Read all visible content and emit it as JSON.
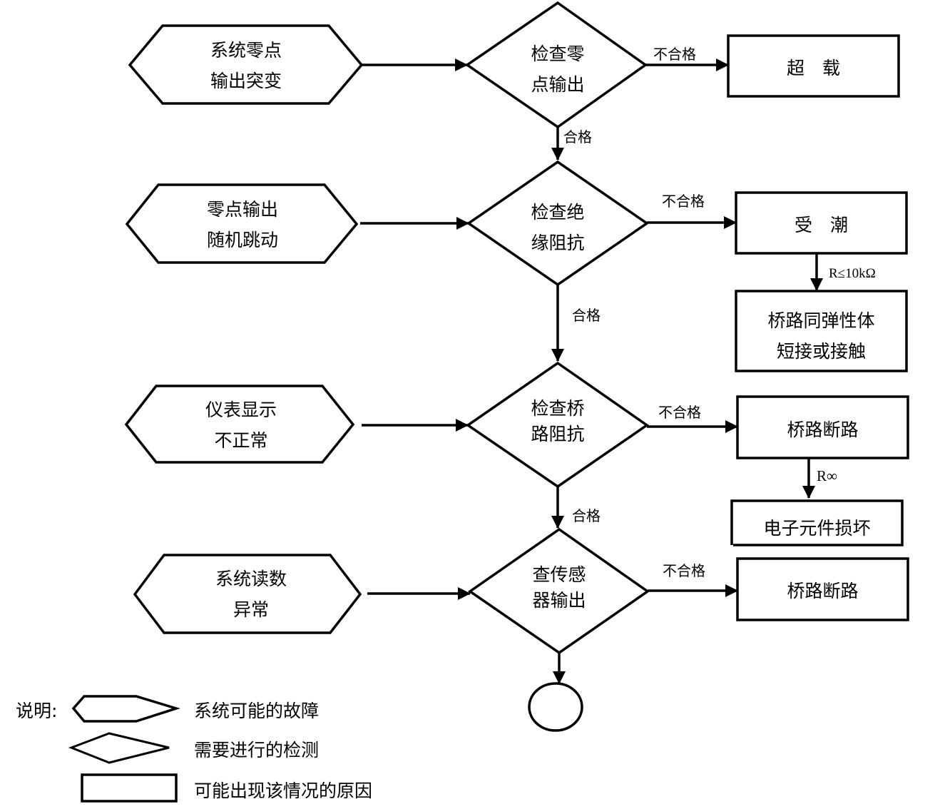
{
  "faults": [
    {
      "line1": "系统零点",
      "line2": "输出突变"
    },
    {
      "line1": "零点输出",
      "line2": "随机跳动"
    },
    {
      "line1": "仪表显示",
      "line2": "不正常"
    },
    {
      "line1": "系统读数",
      "line2": "异常"
    }
  ],
  "checks": [
    {
      "line1": "检查零",
      "line2": "点输出"
    },
    {
      "line1": "检查绝",
      "line2": "缘阻抗"
    },
    {
      "line1": "检查桥",
      "line2": "路阻抗"
    },
    {
      "line1": "查传感",
      "line2": "器输出"
    }
  ],
  "causes": {
    "overload": "超　载",
    "damp": "受　潮",
    "bridge_short_line1": "桥路同弹性体",
    "bridge_short_line2": "短接或接触",
    "bridge_open_1": "桥路断路",
    "component_damage": "电子元件损坏",
    "bridge_open_2": "桥路断路"
  },
  "edge_labels": {
    "fail": "不合格",
    "pass": "合格",
    "r_le_10k": "R≤10kΩ",
    "r_inf": "R∞"
  },
  "legend": {
    "title": "说明:",
    "hexagon": "系统可能的故障",
    "diamond": "需要进行的检测",
    "rect": "可能出现该情况的原因"
  }
}
